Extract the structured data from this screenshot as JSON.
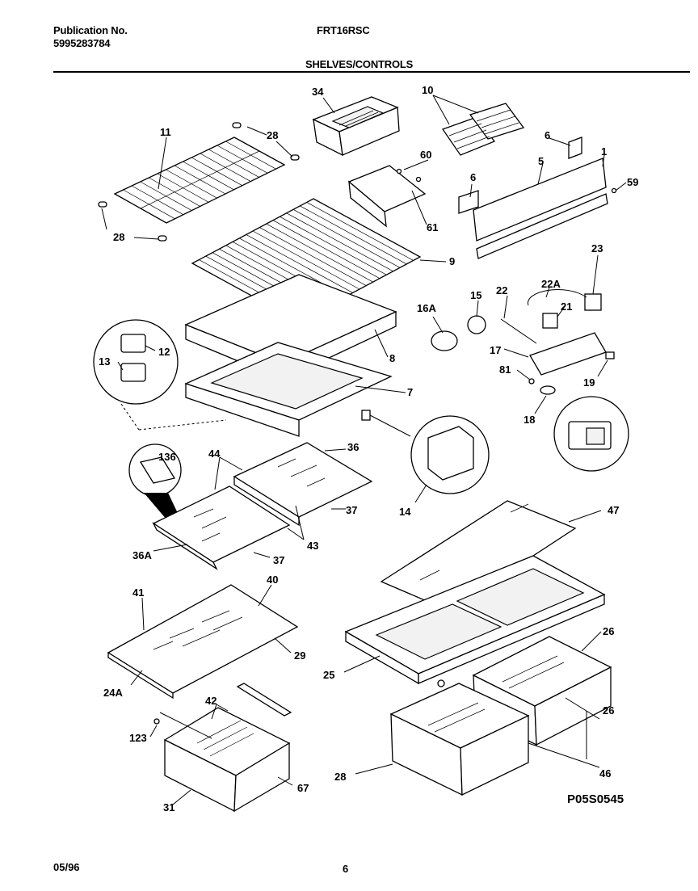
{
  "header": {
    "publication_label": "Publication No.",
    "publication_number": "5995283784",
    "model": "FRT16RSC",
    "section_title": "SHELVES/CONTROLS"
  },
  "footer": {
    "date": "05/96",
    "page_number": "6"
  },
  "diagram_code": "P05S0545",
  "callouts": [
    "34",
    "10",
    "11",
    "28",
    "6",
    "60",
    "5",
    "1",
    "59",
    "61",
    "28",
    "6",
    "9",
    "23",
    "22A",
    "16A",
    "15",
    "22",
    "21",
    "13",
    "12",
    "8",
    "17",
    "81",
    "19",
    "7",
    "18",
    "14",
    "136",
    "44",
    "36",
    "36A",
    "43",
    "37",
    "37",
    "47",
    "41",
    "40",
    "29",
    "24A",
    "26",
    "25",
    "42",
    "123",
    "26",
    "67",
    "28",
    "46",
    "31"
  ]
}
